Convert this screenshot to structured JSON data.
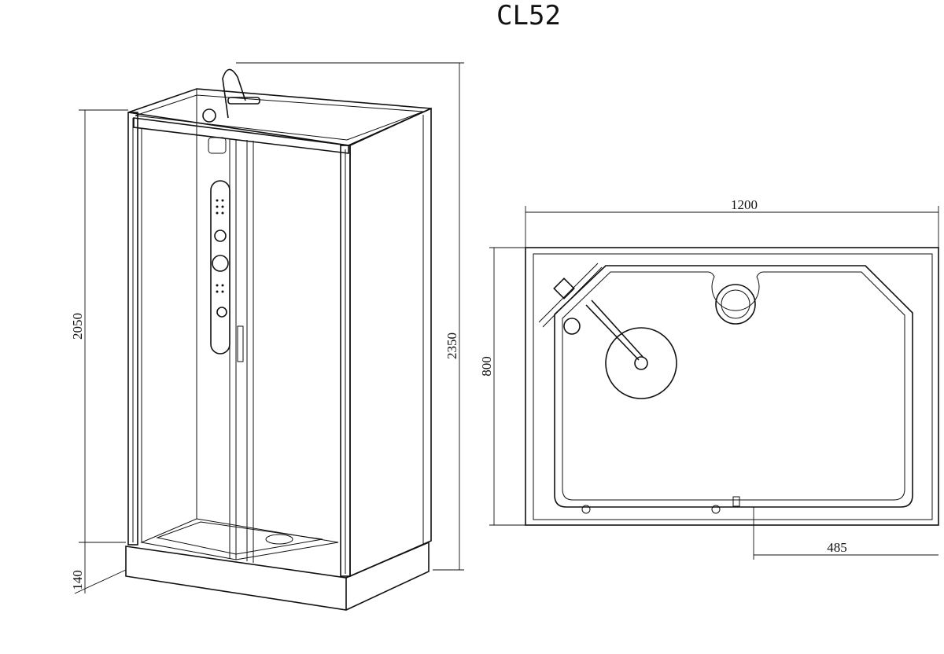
{
  "title": "CL52",
  "front_view": {
    "dimensions": {
      "cabin_height": "2050",
      "total_height": "2350",
      "base_height": "140"
    }
  },
  "top_view": {
    "dimensions": {
      "width": "1200",
      "depth": "800",
      "drain_offset": "485"
    }
  },
  "colors": {
    "line": "#111111",
    "background": "#ffffff"
  }
}
